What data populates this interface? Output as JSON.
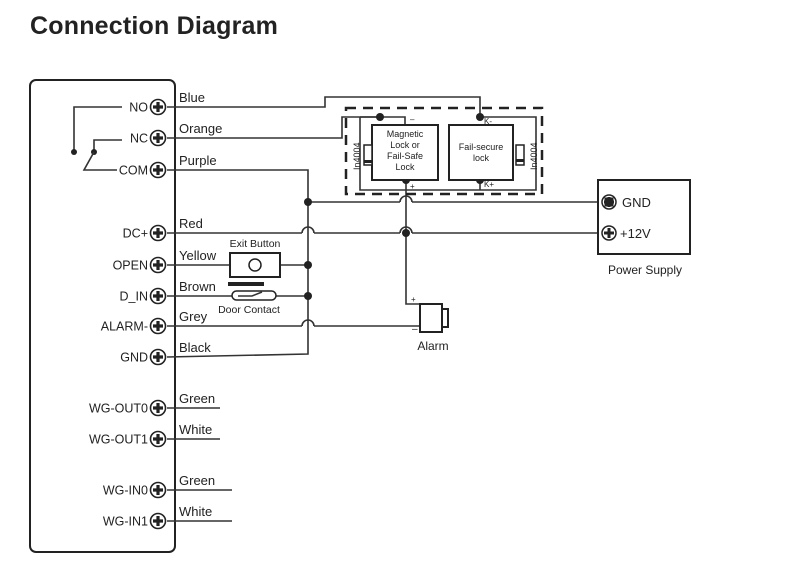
{
  "title": "Connection Diagram",
  "controller": {
    "terminals": [
      {
        "id": "no",
        "label": "NO",
        "wire": "Blue"
      },
      {
        "id": "nc",
        "label": "NC",
        "wire": "Orange"
      },
      {
        "id": "com",
        "label": "COM",
        "wire": "Purple"
      },
      {
        "id": "dc-plus",
        "label": "DC+",
        "wire": "Red"
      },
      {
        "id": "open",
        "label": "OPEN",
        "wire": "Yellow"
      },
      {
        "id": "d-in",
        "label": "D_IN",
        "wire": "Brown"
      },
      {
        "id": "alarm-minus",
        "label": "ALARM-",
        "wire": "Grey"
      },
      {
        "id": "gnd",
        "label": "GND",
        "wire": "Black"
      },
      {
        "id": "wg-out0",
        "label": "WG-OUT0",
        "wire": "Green"
      },
      {
        "id": "wg-out1",
        "label": "WG-OUT1",
        "wire": "White"
      },
      {
        "id": "wg-in0",
        "label": "WG-IN0",
        "wire": "Green"
      },
      {
        "id": "wg-in1",
        "label": "WG-IN1",
        "wire": "White"
      }
    ]
  },
  "locks": {
    "magnetic": {
      "lines": [
        "Magnetic",
        "Lock or",
        "Fail-Safe",
        "Lock"
      ],
      "minus": "–",
      "plus": "+"
    },
    "fail_secure": {
      "lines": [
        "Fail-secure",
        "lock"
      ],
      "minus": "K-",
      "plus": "K+"
    },
    "diode_label": "In4004"
  },
  "components": {
    "exit_button": "Exit Button",
    "door_contact": "Door Contact",
    "alarm": "Alarm",
    "alarm_plus": "+",
    "alarm_minus": "–"
  },
  "power_supply": {
    "label": "Power Supply",
    "terminals": [
      {
        "label": "GND"
      },
      {
        "label": "+12V"
      }
    ]
  }
}
